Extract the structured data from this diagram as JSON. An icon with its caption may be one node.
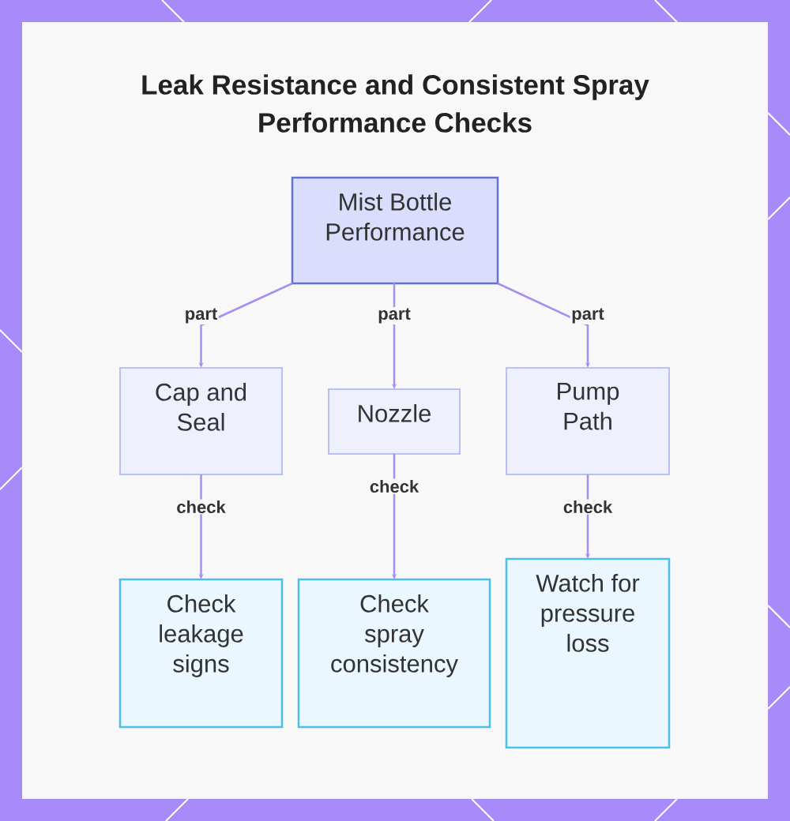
{
  "diagram": {
    "title": "Leak Resistance and Consistent Spray Performance Checks",
    "nodes": [
      {
        "text": [
          "Mist Bottle Performance"
        ]
      },
      {
        "text": [
          "Cap and Seal"
        ]
      },
      {
        "text": [
          "Nozzle"
        ]
      },
      {
        "text": [
          "Pump Path"
        ]
      },
      {
        "text": [
          "Check leakage signs"
        ]
      },
      {
        "text": [
          "Check spray consistency"
        ]
      },
      {
        "text": [
          "Watch for pressure loss"
        ]
      }
    ],
    "edges": [
      {
        "from": 0,
        "to": 1,
        "arrow": "to",
        "label": "part"
      },
      {
        "from": 0,
        "to": 2,
        "arrow": "to",
        "label": "part"
      },
      {
        "from": 0,
        "to": 3,
        "arrow": "to",
        "label": "part"
      },
      {
        "from": 1,
        "to": 4,
        "arrow": "to",
        "label": "check"
      },
      {
        "from": 2,
        "to": 5,
        "arrow": "to",
        "label": "check"
      },
      {
        "from": 3,
        "to": 6,
        "arrow": "to",
        "label": "check"
      }
    ]
  }
}
